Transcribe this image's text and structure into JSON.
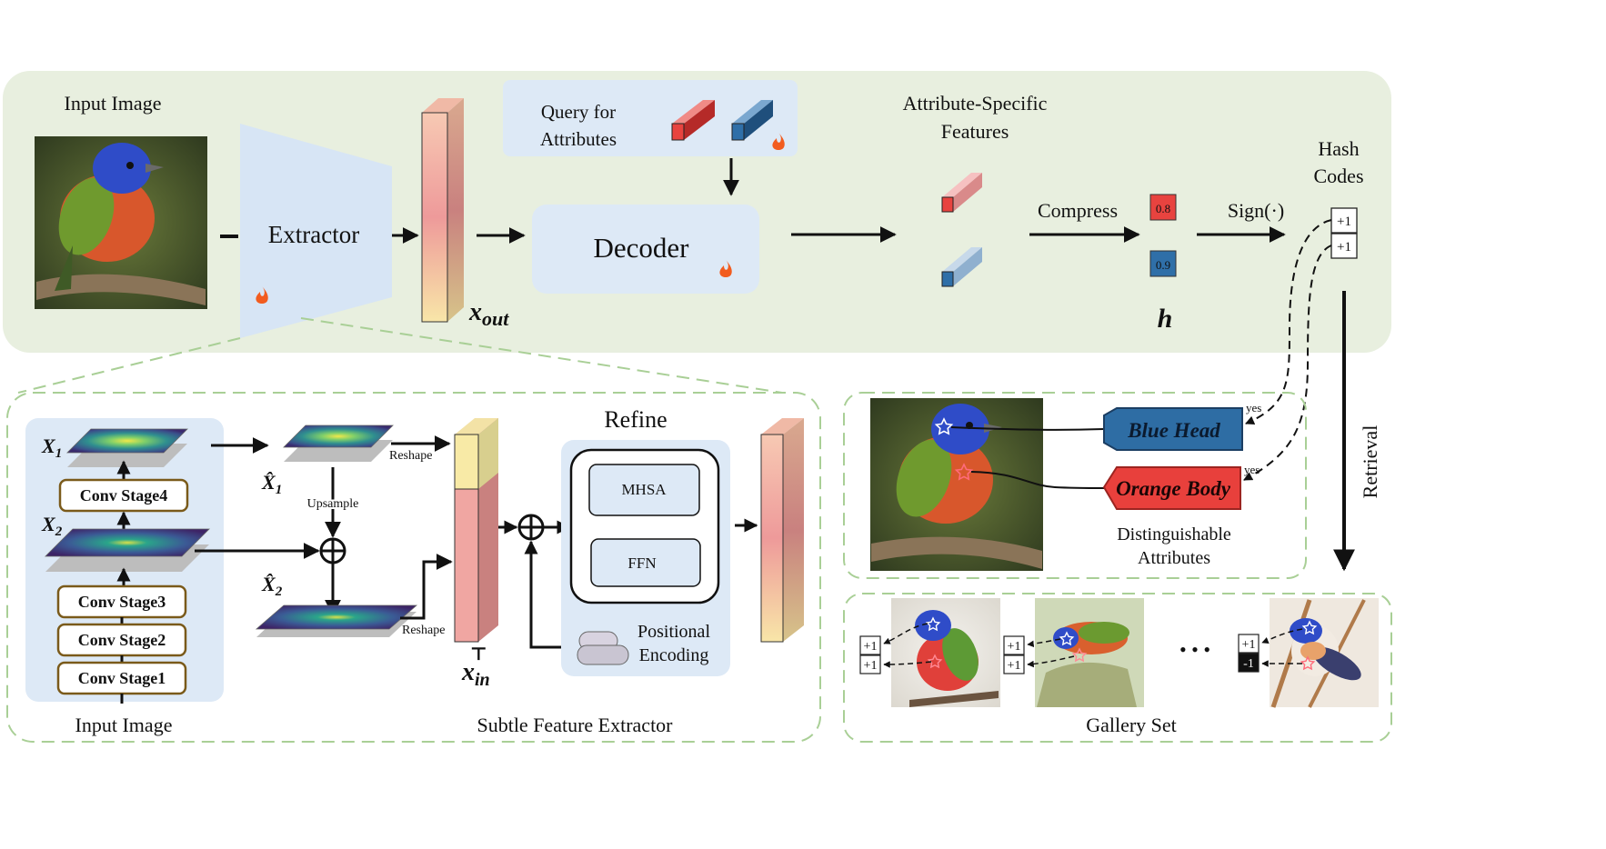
{
  "top": {
    "input_image_label": "Input Image",
    "extractor_label": "Extractor",
    "query_line1": "Query  for",
    "query_line2": "Attributes",
    "decoder_label": "Decoder",
    "xout_label": "x",
    "xout_sub": "out",
    "attr_feat_line1": "Attribute-Specific",
    "attr_feat_line2": "Features",
    "compress_label": "Compress",
    "h_red_value": "0.8",
    "h_blue_value": "0.9",
    "h_label": "h",
    "sign_label": "Sign(·)",
    "hash_line1": "Hash",
    "hash_line2": "Codes",
    "hash_code_1": "+1",
    "hash_code_2": "+1"
  },
  "sfe": {
    "x1_label": "X",
    "x1_sub": "1",
    "x2_label": "X",
    "x2_sub": "2",
    "conv4": "Conv Stage4",
    "conv3": "Conv Stage3",
    "conv2": "Conv Stage2",
    "conv1": "Conv Stage1",
    "xhat1_label": "X̂",
    "xhat1_sub": "1",
    "xhat2_label": "X̂",
    "xhat2_sub": "2",
    "upsample": "Upsample",
    "reshape_1": "Reshape",
    "reshape_2": "Reshape",
    "xin_label": "x",
    "xin_sub": "in",
    "xin_sup": "⊤",
    "refine_title": "Refine",
    "mhsa": "MHSA",
    "ffn": "FFN",
    "pos_line1": "Positional",
    "pos_line2": "Encoding",
    "input_image_label": "Input Image",
    "caption": "Subtle Feature Extractor"
  },
  "attributes": {
    "blue_head": "Blue Head",
    "orange_body": "Orange Body",
    "yes_1": "yes",
    "yes_2": "yes",
    "caption_line1": "Distinguishable",
    "caption_line2": "Attributes"
  },
  "gallery": {
    "caption": "Gallery  Set",
    "ellipsis": "• • •",
    "retrieval": "Retrieval",
    "item1_codes": [
      "+1",
      "+1"
    ],
    "item2_codes": [
      "+1",
      "+1"
    ],
    "item3_codes": [
      "+1",
      "-1"
    ]
  },
  "colors": {
    "top_panel_bg": "#e8efdf",
    "dashed_green": "#a9cf96",
    "red_cube": "#e8433f",
    "blue_cube": "#2f6fa8",
    "box_bg": "#dde9f6",
    "conv_border": "#7a5a1a",
    "blue_tag": "#2e6da4",
    "red_tag": "#e8403c"
  },
  "icons": [
    "fire-icon",
    "star-icon",
    "oplus-icon"
  ]
}
